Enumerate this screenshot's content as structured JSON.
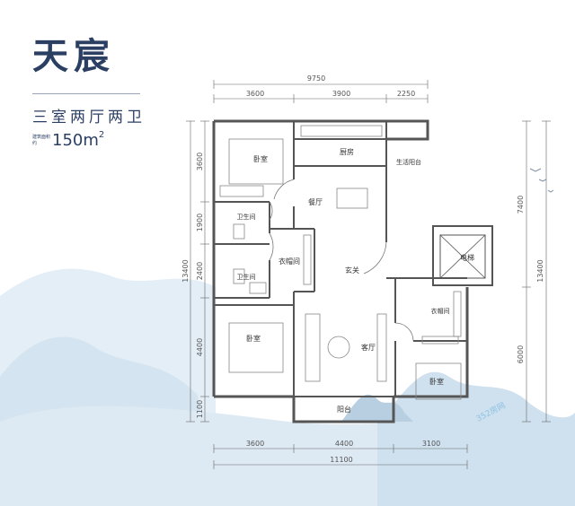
{
  "header": {
    "title": "天宸",
    "subtitle": "三室两厅两卫",
    "area_label": "建筑面积约",
    "area_value": "150m",
    "area_unit_sup": "2"
  },
  "dimensions": {
    "top_total": "9750",
    "top_segments": [
      "3600",
      "3900",
      "2250"
    ],
    "bottom_segments": [
      "3600",
      "4400",
      "3100"
    ],
    "bottom_total": "11100",
    "left_segments": [
      "3600",
      "1900",
      "2400",
      "4400",
      "1100"
    ],
    "left_total": "13400",
    "right_top": "7400",
    "right_bottom": "6000",
    "right_total": "13400"
  },
  "rooms": {
    "bedroom_top": "卧室",
    "kitchen": "厨房",
    "utility_balcony": "生活阳台",
    "dining": "餐厅",
    "bath_1": "卫生间",
    "bath_2": "卫生间",
    "closet_left": "衣帽间",
    "entry": "玄关",
    "elevator": "电梯",
    "closet_right": "衣帽间",
    "bedroom_left": "卧室",
    "living": "客厅",
    "bedroom_right": "卧室",
    "balcony": "阳台"
  },
  "watermark": "352房网",
  "colors": {
    "title": "#2b3f63",
    "wall": "#555555",
    "mountain": "#c9dbe9",
    "watermark": "#8ec3e3"
  }
}
